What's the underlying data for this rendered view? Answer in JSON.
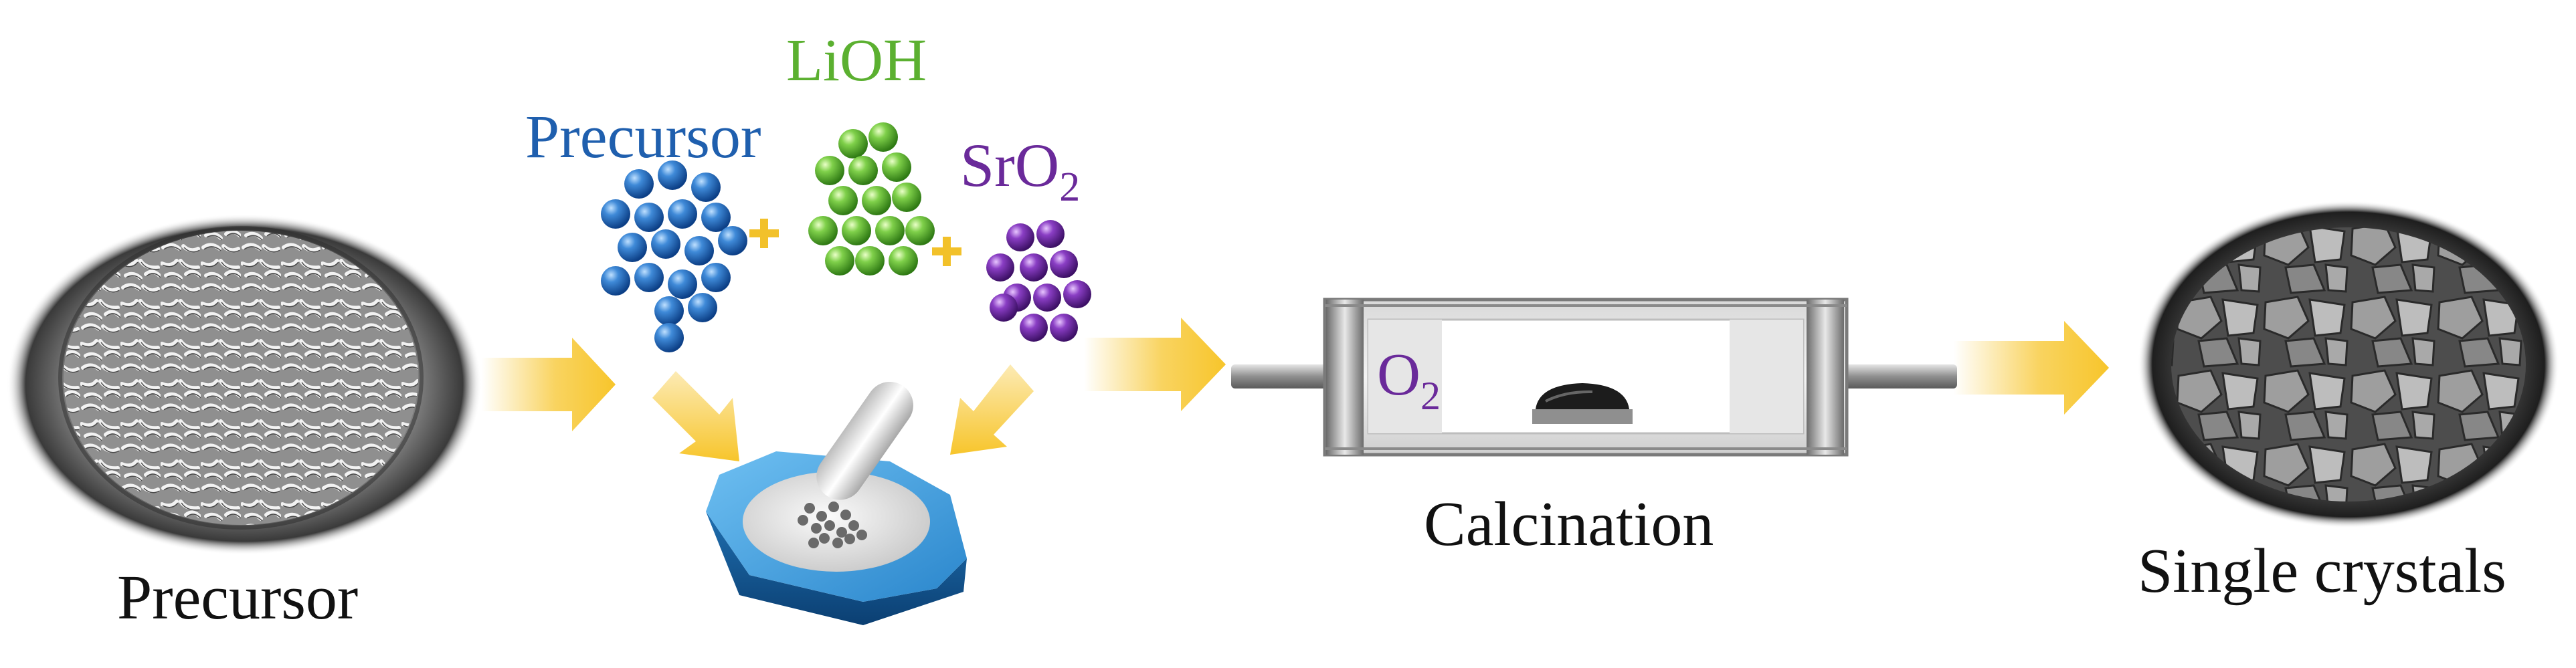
{
  "labels": {
    "lioh": "LiOH",
    "precursor_top": "Precursor",
    "sro2_base": "SrO",
    "sro2_sub": "2",
    "o2_base": "O",
    "o2_sub": "2",
    "calcination": "Calcination",
    "precursor_bottom": "Precursor",
    "single_crystals": "Single crystals"
  },
  "colors": {
    "precursor_blue": "#1f5fae",
    "lioh_green": "#5bb030",
    "sro2_purple": "#6a2a9a",
    "arrow_yellow": "#f7c52b",
    "plus_yellow": "#f2c12a",
    "text_black": "#111111",
    "mortar_blue": "#2f86c8",
    "tube_grey": "#9a9a9a"
  },
  "icons": [
    "precursor-sem-image",
    "blue-sphere-cluster",
    "green-sphere-cluster",
    "purple-sphere-cluster",
    "plus-icon",
    "mortar-pestle-icon",
    "tube-furnace-icon",
    "crucible-icon",
    "single-crystal-sem-image",
    "arrow-right-icon",
    "arrow-down-icon"
  ]
}
